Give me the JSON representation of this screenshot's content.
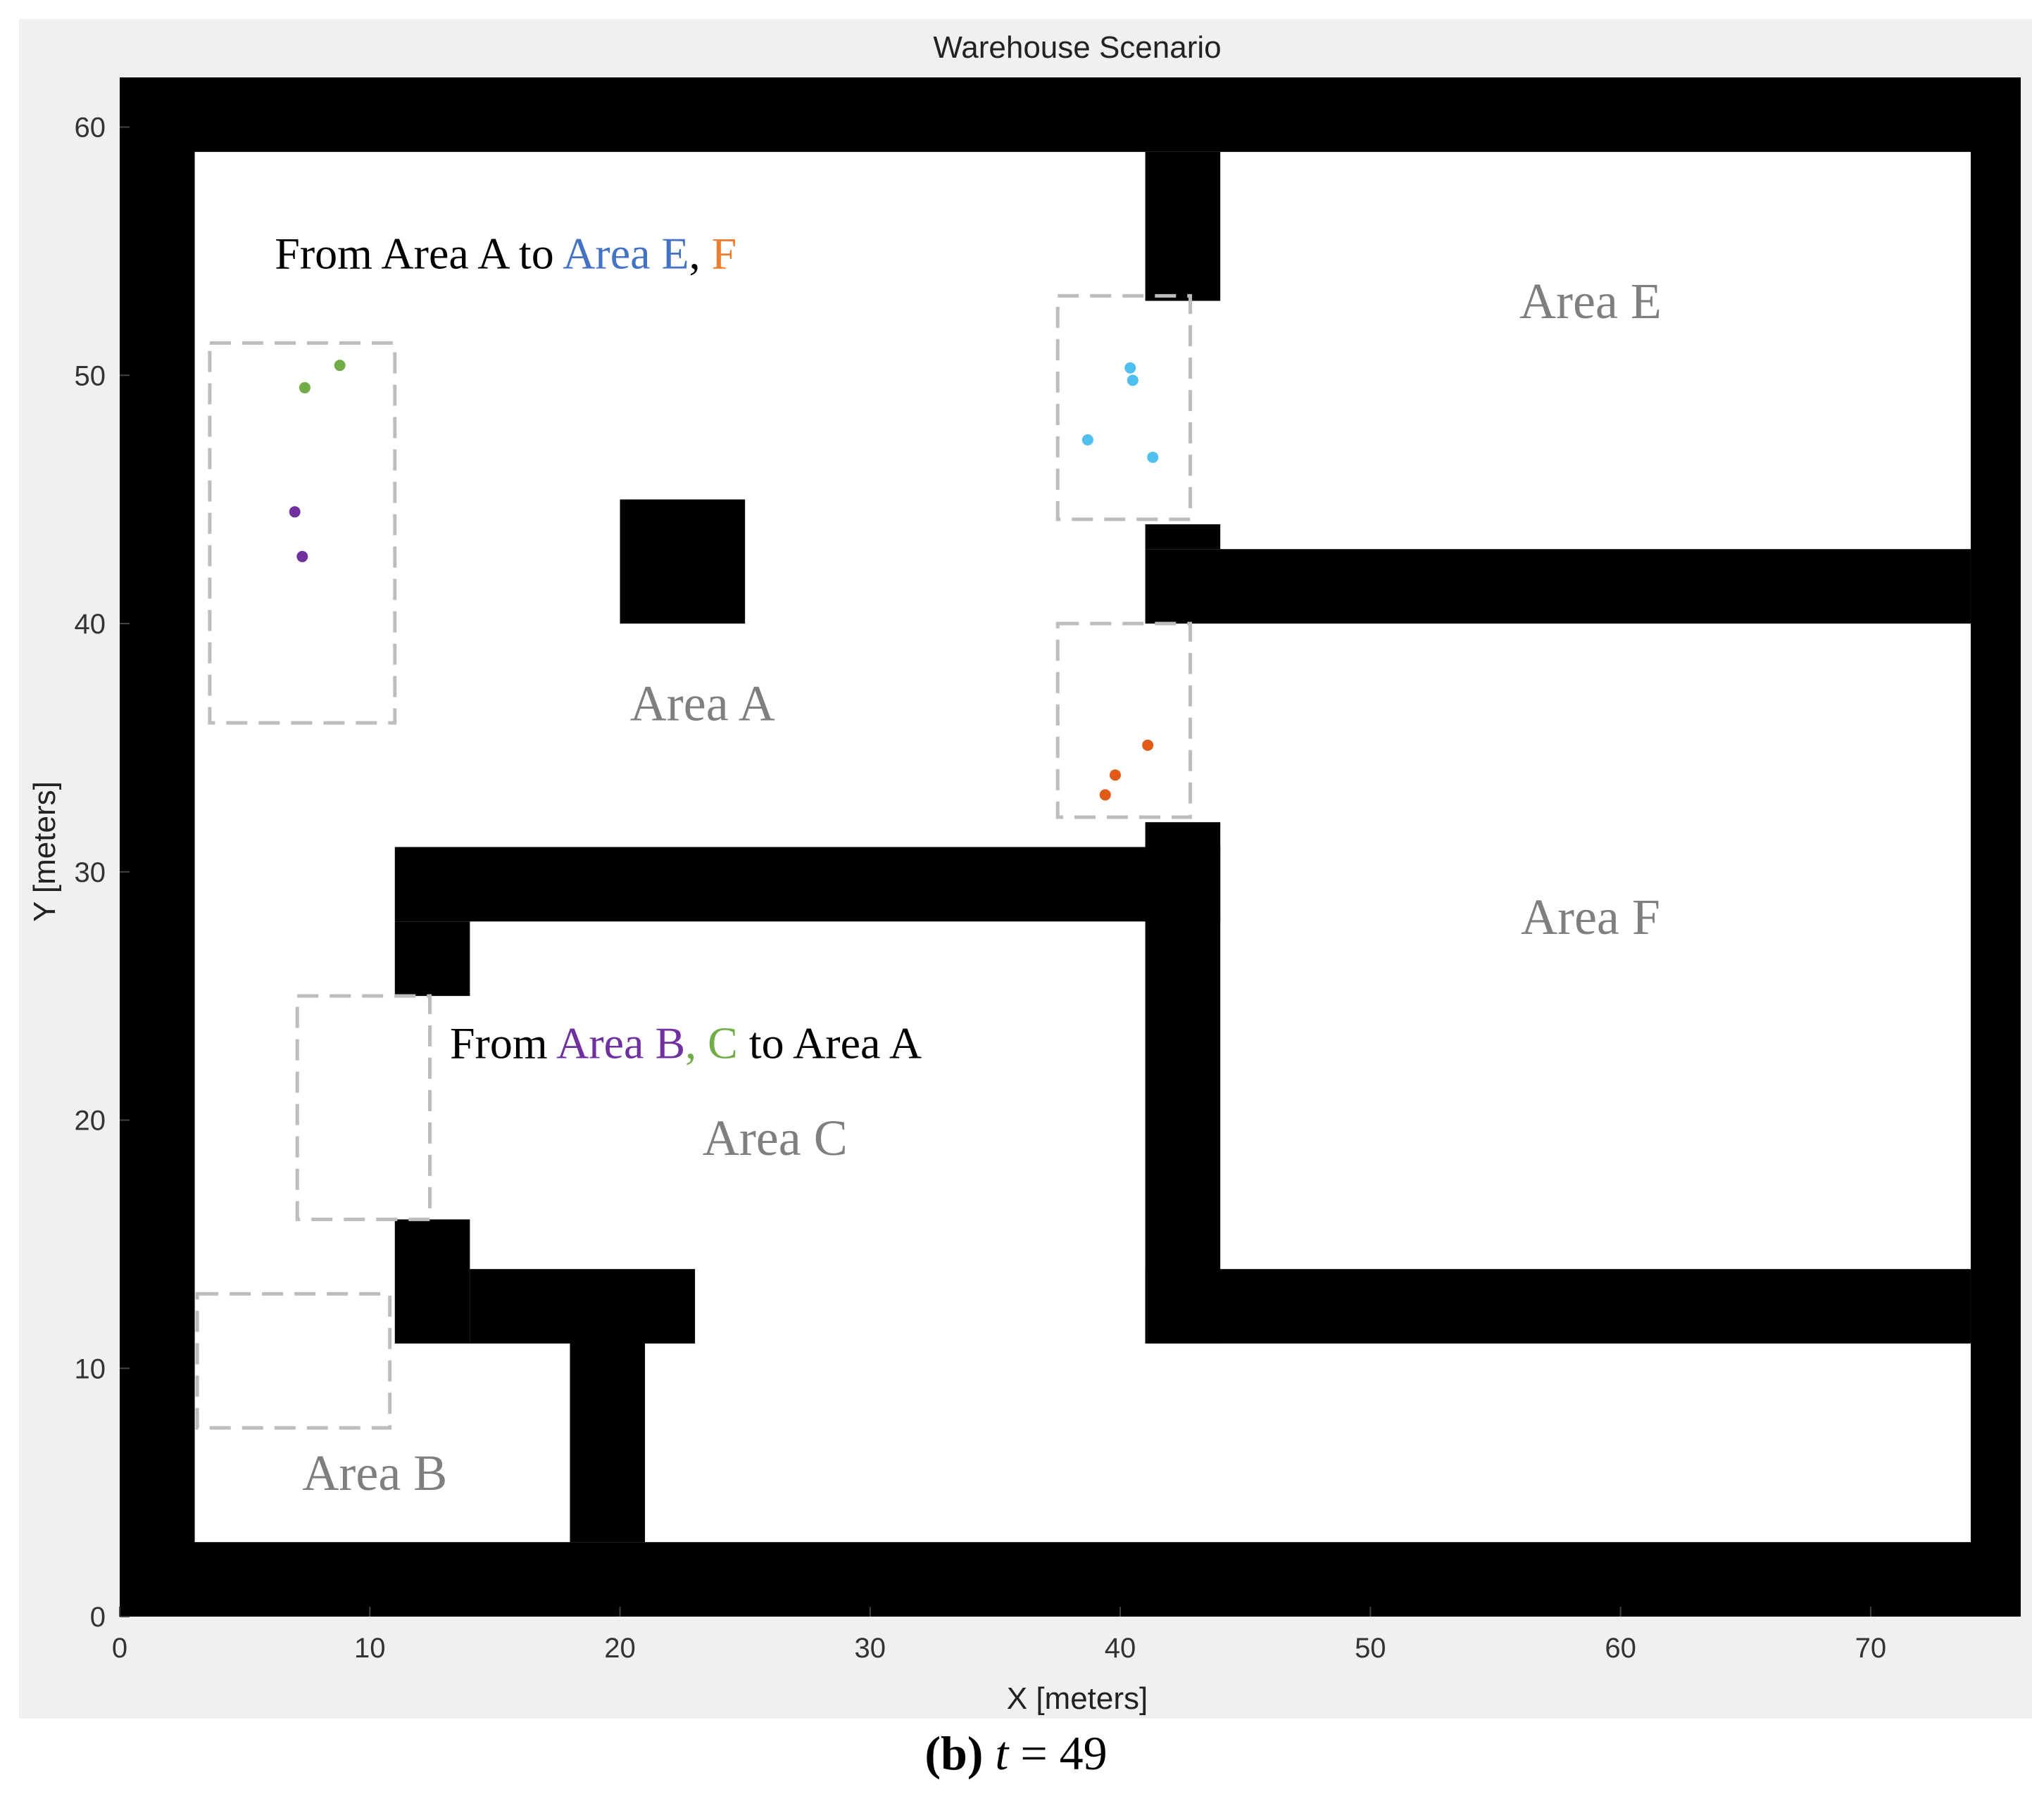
{
  "chart_data": {
    "type": "scatter",
    "title": "Warehouse Scenario",
    "xlabel": "X [meters]",
    "ylabel": "Y [meters]",
    "xlim": [
      0,
      76
    ],
    "ylim": [
      0,
      62
    ],
    "xticks": [
      0,
      10,
      20,
      30,
      40,
      50,
      60,
      70
    ],
    "yticks": [
      0,
      10,
      20,
      30,
      40,
      50,
      60
    ],
    "grid": false,
    "obstacles": [
      {
        "x": [
          0,
          76
        ],
        "y": [
          0,
          3
        ]
      },
      {
        "x": [
          0,
          76
        ],
        "y": [
          59,
          62
        ]
      },
      {
        "x": [
          0,
          3
        ],
        "y": [
          0,
          62
        ]
      },
      {
        "x": [
          74,
          76
        ],
        "y": [
          0,
          62
        ]
      },
      {
        "x": [
          20,
          25
        ],
        "y": [
          40,
          45
        ]
      },
      {
        "x": [
          41,
          44
        ],
        "y": [
          53,
          59
        ]
      },
      {
        "x": [
          41,
          74
        ],
        "y": [
          40,
          43
        ]
      },
      {
        "x": [
          41,
          44
        ],
        "y": [
          43,
          44
        ]
      },
      {
        "x": [
          11,
          44
        ],
        "y": [
          28,
          31
        ]
      },
      {
        "x": [
          41,
          44
        ],
        "y": [
          11,
          32
        ]
      },
      {
        "x": [
          41,
          74
        ],
        "y": [
          11,
          14
        ]
      },
      {
        "x": [
          11,
          14
        ],
        "y": [
          25,
          28
        ]
      },
      {
        "x": [
          11,
          14
        ],
        "y": [
          11,
          16
        ]
      },
      {
        "x": [
          14,
          23
        ],
        "y": [
          11,
          14
        ]
      },
      {
        "x": [
          18,
          21
        ],
        "y": [
          3,
          11
        ]
      }
    ],
    "dashed_regions": [
      {
        "x": [
          3.6,
          11
        ],
        "y": [
          36,
          51.3
        ]
      },
      {
        "x": [
          37.5,
          42.8
        ],
        "y": [
          44.2,
          53.2
        ]
      },
      {
        "x": [
          37.5,
          42.8
        ],
        "y": [
          32.2,
          40
        ]
      },
      {
        "x": [
          7.1,
          12.4
        ],
        "y": [
          16,
          25
        ]
      },
      {
        "x": [
          3.1,
          10.8
        ],
        "y": [
          7.6,
          13
        ]
      }
    ],
    "series": [
      {
        "color": "#7030a0",
        "x": [
          7.0,
          7.3
        ],
        "y": [
          44.5,
          42.7
        ]
      },
      {
        "color": "#70ad47",
        "x": [
          7.4,
          8.8
        ],
        "y": [
          49.5,
          50.4
        ]
      },
      {
        "color": "#4fbfef",
        "x": [
          40.4,
          40.5,
          38.7,
          41.3
        ],
        "y": [
          50.3,
          49.8,
          47.4,
          46.7
        ]
      },
      {
        "color": "#e05a1a",
        "x": [
          39.4,
          39.8,
          41.1
        ],
        "y": [
          33.1,
          33.9,
          35.1
        ]
      }
    ],
    "area_labels": [
      {
        "text": "Area A",
        "x": 23.3,
        "y": 36.1
      },
      {
        "text": "Area B",
        "x": 10.2,
        "y": 5.1
      },
      {
        "text": "Area C",
        "x": 26.2,
        "y": 18.6
      },
      {
        "text": "Area E",
        "x": 58.8,
        "y": 52.3
      },
      {
        "text": "Area F",
        "x": 58.8,
        "y": 27.5
      }
    ],
    "annotations": [
      {
        "x": 6.2,
        "y": 54.3,
        "parts": [
          {
            "text": "From Area A to ",
            "color": "#000000"
          },
          {
            "text": "Area E",
            "color": "#4472c4"
          },
          {
            "text": ", ",
            "color": "#000000"
          },
          {
            "text": "F",
            "color": "#ed7d31"
          }
        ]
      },
      {
        "x": 13.2,
        "y": 22.5,
        "parts": [
          {
            "text": "From ",
            "color": "#000000"
          },
          {
            "text": "Area B",
            "color": "#7030a0"
          },
          {
            "text": ", ",
            "color": "#70ad47"
          },
          {
            "text": "C",
            "color": "#70ad47"
          },
          {
            "text": " to Area A",
            "color": "#000000"
          }
        ]
      }
    ]
  },
  "caption": {
    "label": "(b)",
    "var": "t",
    "rest": " = 49"
  }
}
